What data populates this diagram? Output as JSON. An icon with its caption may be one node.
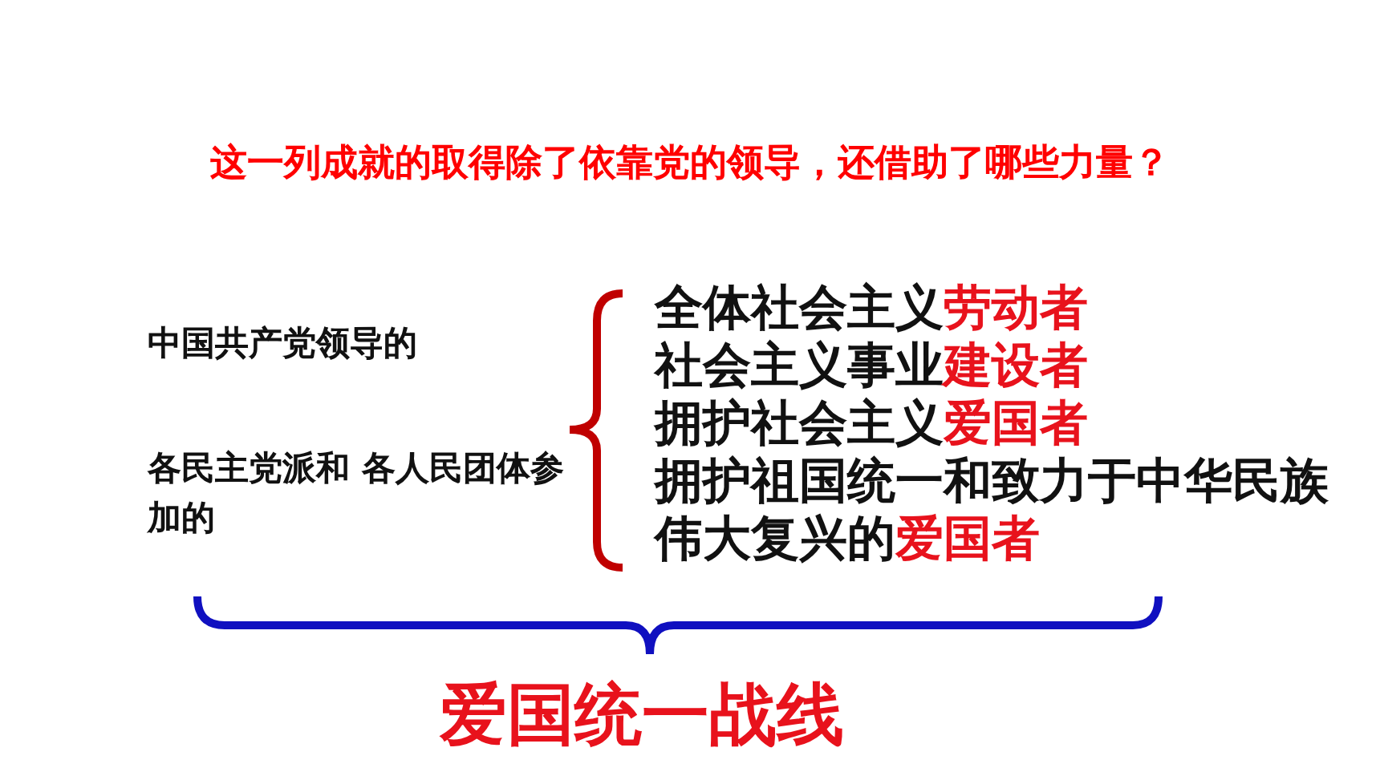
{
  "diagram": {
    "title": "这一列成就的取得除了依靠党的领导，还借助了哪些力量？",
    "labels": [
      "中国共产党领导的",
      "各民主党派和 各人民团体参加的",
      "全体社会主义**劳动者**",
      "社会主义事业**建设者**",
      "拥护社会主义**爱国者**",
      "拥护祖国统一和致力于中华民族伟大复兴的**爱国者**",
      "爱国统一战线"
    ]
  }
}
